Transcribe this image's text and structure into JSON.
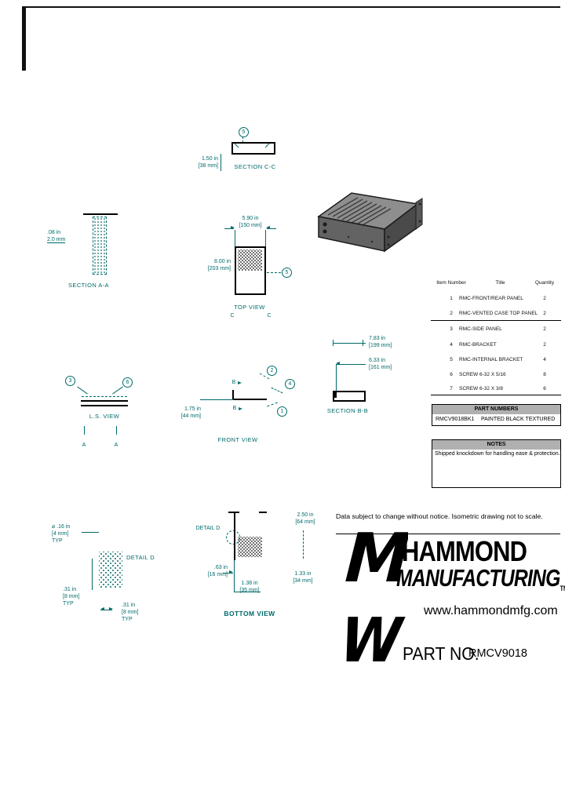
{
  "colors": {
    "teal": "#006a6a",
    "ink": "#000000",
    "table_header_bg": "#b0b0b0"
  },
  "drawing": {
    "section_cc": {
      "label": "SECTION C-C",
      "balloon": "5",
      "dim_in": "1.50 in",
      "dim_mm": "[38 mm]"
    },
    "section_aa": {
      "label": "SECTION A-A",
      "dim_in": ".08 in",
      "dim_mm": "2.0 mm"
    },
    "top_view": {
      "label": "TOP VIEW",
      "width_in": "5.90 in",
      "width_mm": "[150 mm]",
      "depth_in": "8.00 in",
      "depth_mm": "[203 mm]",
      "balloon": "5",
      "cut_letter": "C"
    },
    "ls_view": {
      "label": "L.S. VIEW",
      "balloon_left": "3",
      "balloon_right": "6",
      "cut_letter": "A"
    },
    "front_view": {
      "label": "FRONT VIEW",
      "height_in": "1.75 in",
      "height_mm": "[44 mm]",
      "cut_letter": "B",
      "balloon_top": "2",
      "balloon_mid": "4",
      "balloon_bottom": "1"
    },
    "section_bb": {
      "label": "SECTION B-B",
      "dim1_in": "7.83 in",
      "dim1_mm": "[199 mm]",
      "dim2_in": "6.33 in",
      "dim2_mm": "[161 mm]"
    },
    "detail_d": {
      "label": "DETAIL D",
      "hole_dia_in": "⌀ .16 in",
      "hole_dia_mm": "[4 mm]",
      "typ": "TYP",
      "pitch_in": ".31 in",
      "pitch_mm": "[8 mm]"
    },
    "bottom_view": {
      "label": "BOTTOM VIEW",
      "callout": "DETAIL D",
      "offset_in": ".63 in",
      "offset_mm": "[16 mm]",
      "dim_bottom_in": "1.38 in",
      "dim_bottom_mm": "[35 mm]",
      "dim_right_in": "1.33 in",
      "dim_right_mm": "[34 mm]",
      "dim_top_in": "2.50 in",
      "dim_top_mm": "[64 mm]"
    }
  },
  "parts_table": {
    "headers": [
      "Item Number",
      "Title",
      "Quantity"
    ],
    "rows": [
      [
        "1",
        "RMC-FRONT/REAR PANEL",
        "2"
      ],
      [
        "2",
        "RMC-VENTED CASE TOP PANEL",
        "2"
      ],
      [
        "3",
        "RMC-SIDE PANEL",
        "2"
      ],
      [
        "4",
        "RMC-BRACKET",
        "2"
      ],
      [
        "5",
        "RMC-INTERNAL BRACKET",
        "4"
      ],
      [
        "6",
        "SCREW 6-32 X 5/16",
        "8"
      ],
      [
        "7",
        "SCREW 6-32 X 3/8",
        "6"
      ]
    ]
  },
  "part_numbers": {
    "title": "PART NUMBERS",
    "part": "RMCV9018BK1",
    "finish": "PAINTED BLACK TEXTURED"
  },
  "notes": {
    "title": "NOTES",
    "body": "Shipped knockdown for handling ease & protection."
  },
  "footer": {
    "disclaimer": "Data subject to change without notice. Isometric drawing not to scale.",
    "brand_top": "HAMMOND",
    "brand_bottom": "MANUFACTURING",
    "trademark": "TM",
    "website": "www.hammondmfg.com",
    "part_label": "PART NO.",
    "part_number": "RMCV9018"
  }
}
